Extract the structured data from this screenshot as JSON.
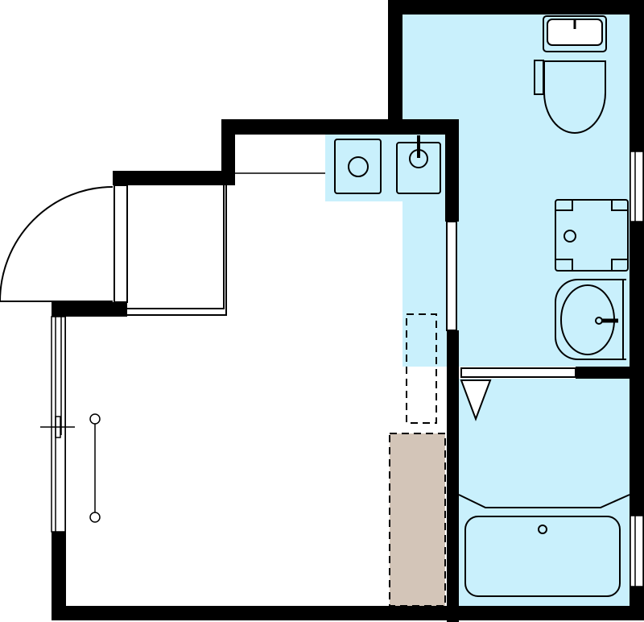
{
  "plan": {
    "colors": {
      "wall": "#000000",
      "wet_area": "#c9f0fc",
      "floor": "#ffffff",
      "storage": "#d3c5b8",
      "line": "#000000"
    },
    "rooms": [
      "main-room",
      "entrance",
      "kitchen",
      "toilet-washroom",
      "bathroom"
    ],
    "fixtures": [
      "toilet",
      "washing-machine-pan",
      "washbasin",
      "kitchen-stove",
      "kitchen-sink",
      "bathtub",
      "ceiling-light",
      "entrance-door",
      "sliding-window"
    ]
  }
}
